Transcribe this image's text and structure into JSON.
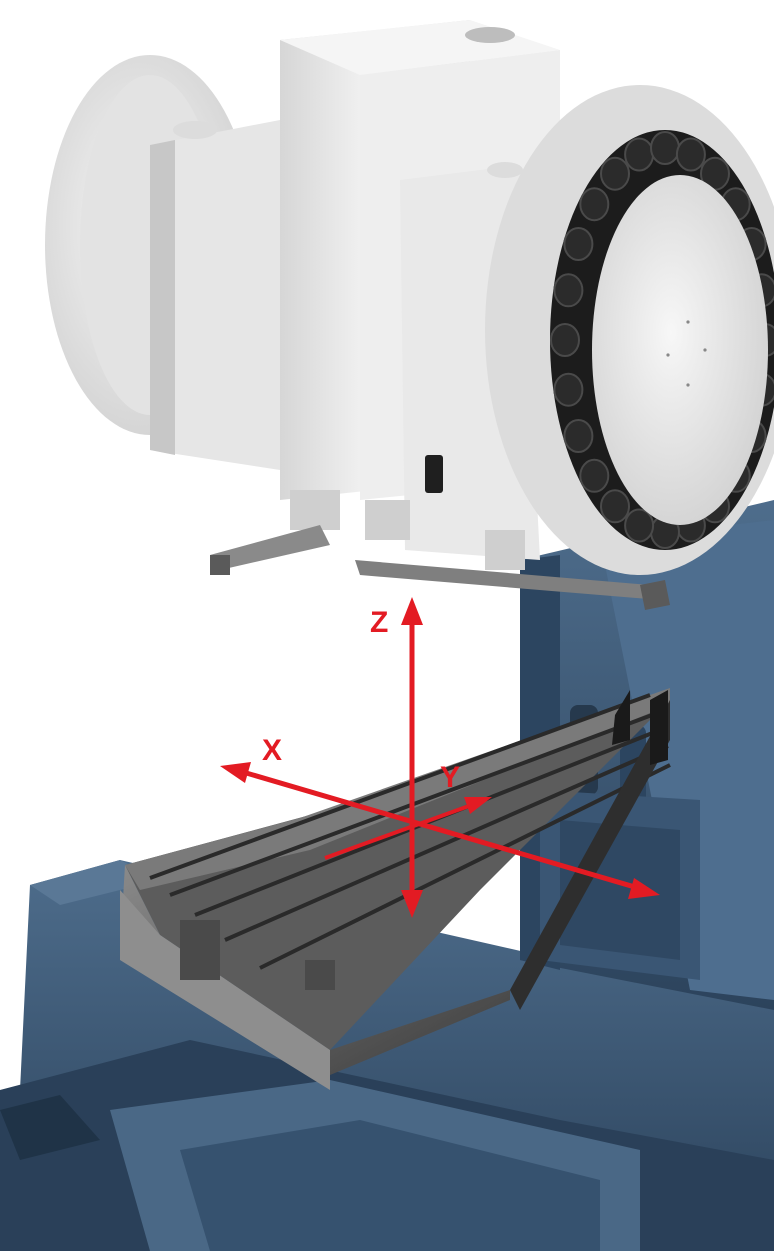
{
  "axes": {
    "z": {
      "label": "Z"
    },
    "x": {
      "label": "X"
    },
    "y": {
      "label": "Y"
    }
  },
  "colors": {
    "axis_red": "#e31b23",
    "base_blue": "#3d5a78",
    "base_blue_dark": "#2a4059",
    "base_blue_light": "#5a7896",
    "housing_white": "#ececec",
    "housing_shade": "#c9c9c9",
    "table_grey": "#6f6f6f",
    "table_dark": "#3a3a3a",
    "magazine_black": "#1c1c1c"
  }
}
